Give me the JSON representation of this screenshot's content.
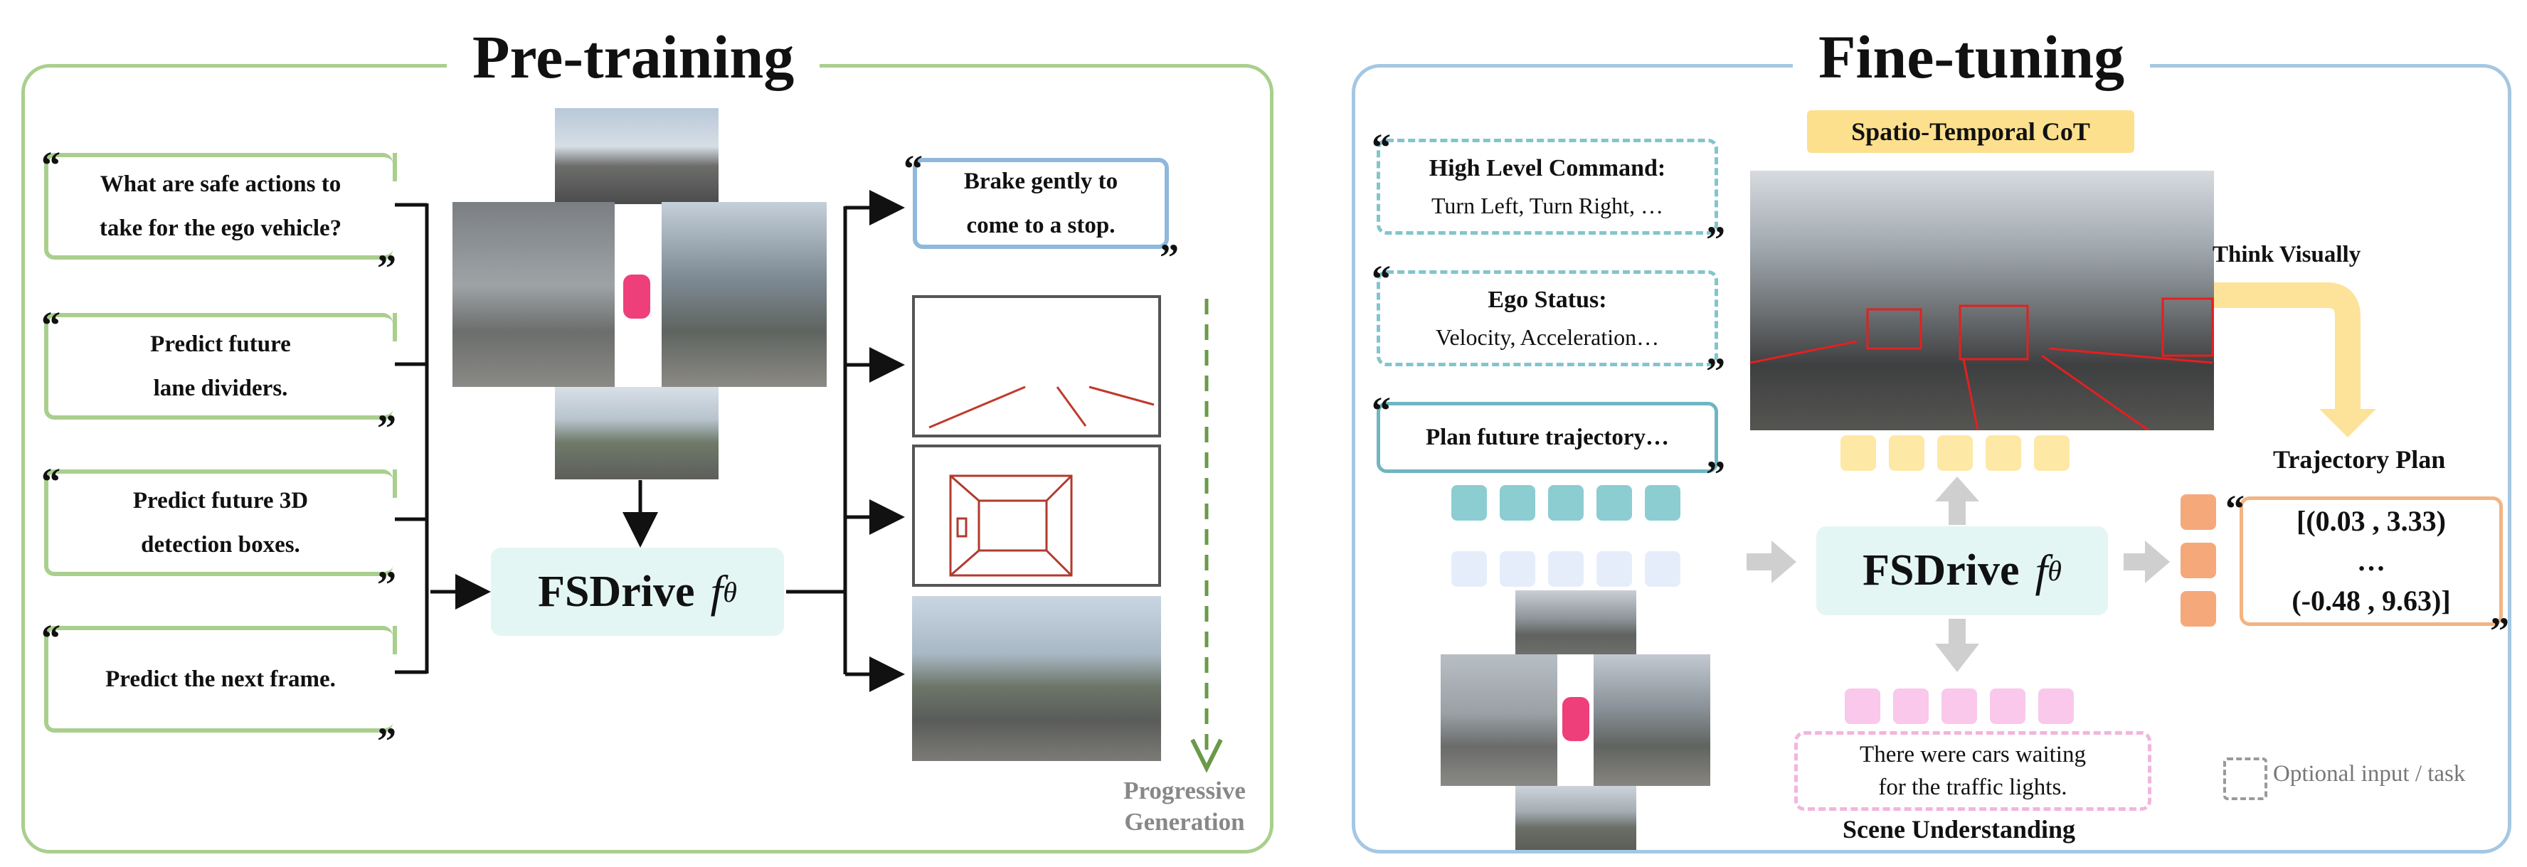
{
  "pretraining": {
    "title": "Pre-training",
    "prompts": [
      {
        "line1": "What are safe actions to",
        "line2": "take for the ego vehicle?"
      },
      {
        "line1": "Predict future",
        "line2": "lane dividers."
      },
      {
        "line1": "Predict future 3D",
        "line2": "detection boxes."
      },
      {
        "line1": "Predict the next frame.",
        "line2": ""
      }
    ],
    "model_name": "FSDrive",
    "model_symbol": "f",
    "model_subscript": "θ",
    "answer": {
      "line1": "Brake gently to",
      "line2": "come to a stop."
    },
    "progressive": {
      "line1": "Progressive",
      "line2": "Generation"
    }
  },
  "finetuning": {
    "title": "Fine-tuning",
    "hlc_title": "High Level Command:",
    "hlc_text": "Turn Left, Turn Right, …",
    "ego_title": "Ego Status:",
    "ego_text": "Velocity, Acceleration…",
    "plan_prompt": "Plan future trajectory…",
    "cot_label": "Spatio-Temporal CoT",
    "think_label": "Think Visually",
    "traj_label": "Trajectory Plan",
    "traj_line1": "[(0.03 , 3.33)",
    "traj_line2": "…",
    "traj_line3": "(-0.48 , 9.63)]",
    "model_name": "FSDrive",
    "model_symbol": "f",
    "model_subscript": "θ",
    "scene_text1": "There were cars waiting",
    "scene_text2": "for the traffic lights.",
    "scene_label": "Scene Understanding",
    "optional_label": "Optional input / task"
  },
  "colors": {
    "green_border": "#a9cf8d",
    "blue_border": "#a5c7e2",
    "teal_dashed": "#82c5cc",
    "teal_solid": "#6fb6c2",
    "answer_blue": "#8fb8dc",
    "model_bg": "#e3f6f3",
    "cot_bg": "#fde08e",
    "token_yellow": "#fde8a6",
    "token_teal": "#8ccdd2",
    "token_lightblue": "#e6edfa",
    "token_pink": "#f9c8ea",
    "token_orange": "#f5a97a",
    "traj_border": "#f3b483",
    "pink_dashed": "#f2b5dd",
    "think_arrow": "#fde39a",
    "grey_arrow": "#cfcfcf",
    "progress_arrow": "#6a9a47"
  }
}
